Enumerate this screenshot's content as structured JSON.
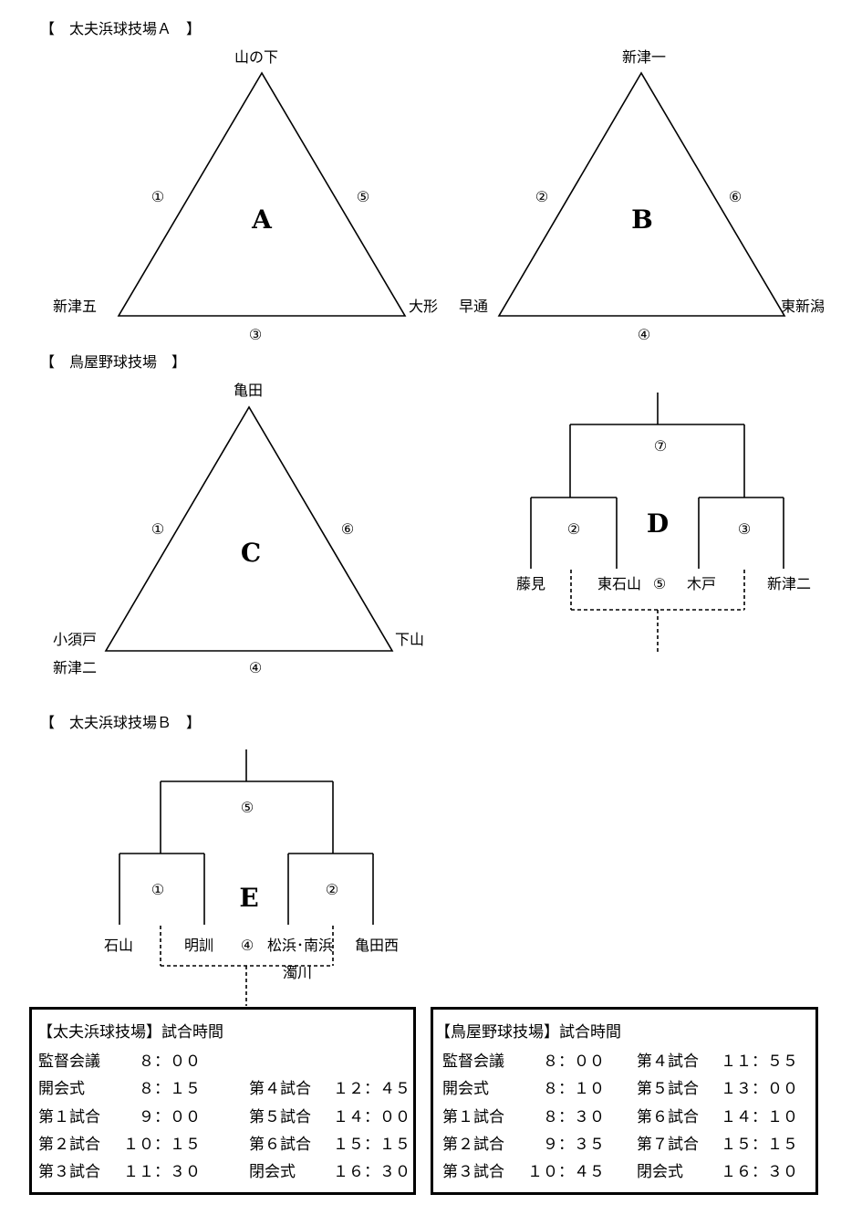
{
  "sections": {
    "tayuhama_a": "【　太夫浜球技場Ａ　】",
    "toriya": "【　鳥屋野球技場　】",
    "tayuhama_b": "【　太夫浜球技場Ｂ　】"
  },
  "groups": {
    "A": {
      "letter": "A",
      "top": "山の下",
      "left": "新津五",
      "right": "大形",
      "game_left": "①",
      "game_right": "⑤",
      "game_bottom": "③"
    },
    "B": {
      "letter": "B",
      "top": "新津一",
      "left": "早通",
      "right": "東新潟",
      "game_left": "②",
      "game_right": "⑥",
      "game_bottom": "④"
    },
    "C": {
      "letter": "C",
      "top": "亀田",
      "left_line1": "小須戸",
      "left_line2": "新津二",
      "right": "下山",
      "game_left": "①",
      "game_right": "⑥",
      "game_bottom": "④"
    },
    "D": {
      "letter": "D",
      "teams": [
        "藤見",
        "東石山",
        "木戸",
        "新津二"
      ],
      "game_top": "⑦",
      "game_left": "②",
      "game_right": "③",
      "game_mid": "⑤"
    },
    "E": {
      "letter": "E",
      "teams": [
        "石山",
        "明訓",
        "松浜･南浜",
        "亀田西"
      ],
      "team3_line2": "濁川",
      "game_top": "⑤",
      "game_left": "①",
      "game_right": "②",
      "game_mid": "④"
    }
  },
  "schedules": [
    {
      "title": "【太夫浜球技場】試合時間",
      "rows": [
        {
          "l_label": "監督会議",
          "l_time": "８：００",
          "r_label": "",
          "r_time": ""
        },
        {
          "l_label": "開会式",
          "l_time": "８：１５",
          "r_label": "第４試合",
          "r_time": "１２：４５"
        },
        {
          "l_label": "第１試合",
          "l_time": "９：００",
          "r_label": "第５試合",
          "r_time": "１４：００"
        },
        {
          "l_label": "第２試合",
          "l_time": "１０：１５",
          "r_label": "第６試合",
          "r_time": "１５：１５"
        },
        {
          "l_label": "第３試合",
          "l_time": "１１：３０",
          "r_label": "閉会式",
          "r_time": "１６：３０"
        }
      ]
    },
    {
      "title": "【鳥屋野球技場】試合時間",
      "rows": [
        {
          "l_label": "監督会議",
          "l_time": "８：００",
          "r_label": "第４試合",
          "r_time": "１１：５５"
        },
        {
          "l_label": "開会式",
          "l_time": "８：１０",
          "r_label": "第５試合",
          "r_time": "１３：００"
        },
        {
          "l_label": "第１試合",
          "l_time": "８：３０",
          "r_label": "第６試合",
          "r_time": "１４：１０"
        },
        {
          "l_label": "第２試合",
          "l_time": "９：３５",
          "r_label": "第７試合",
          "r_time": "１５：１５"
        },
        {
          "l_label": "第３試合",
          "l_time": "１０：４５",
          "r_label": "閉会式",
          "r_time": "１６：３０"
        }
      ]
    }
  ]
}
